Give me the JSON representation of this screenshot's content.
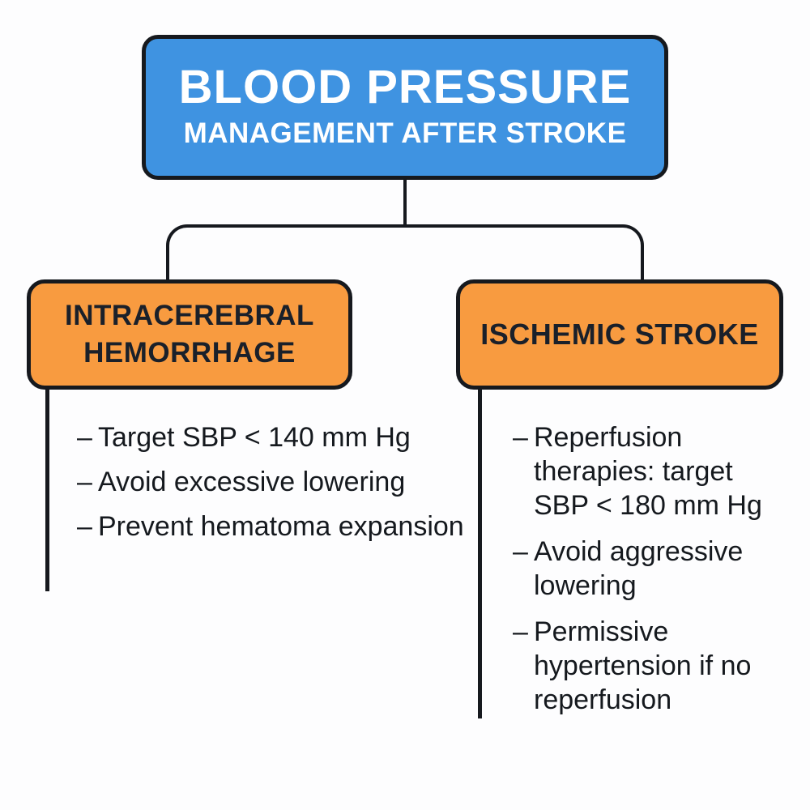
{
  "header": {
    "line1": "BLOOD PRESSURE",
    "line2": "MANAGEMENT AFTER STROKE"
  },
  "bullet_marker": "–",
  "branches": [
    {
      "label": "INTRACEREBRAL\nHEMORRHAGE",
      "bullets": [
        "Target SBP < 140 mm Hg",
        "Avoid excessive lowering",
        "Prevent hematoma expansion"
      ]
    },
    {
      "label": "ISCHEMIC STROKE",
      "bullets": [
        "Reperfusion\ntherapies: target\nSBP < 180 mm Hg",
        "Avoid aggressive\nlowering",
        "Permissive\nhypertension if no\nreperfusion"
      ]
    }
  ],
  "colors": {
    "accent_blue": "#3F93E1",
    "accent_orange": "#F89B40",
    "line_dark": "#16191E",
    "label_dark": "#1A202A",
    "bullet_text": "#15191E",
    "title_text": "#FFFFFF",
    "background": "#FDFDFE"
  }
}
